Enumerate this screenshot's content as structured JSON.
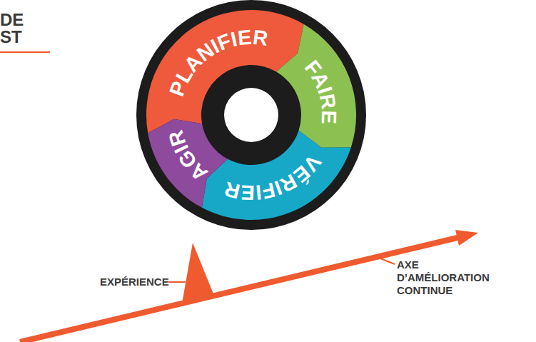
{
  "diagram": {
    "nodes": [
      {
        "text": [
          "PLANIFIER"
        ]
      },
      {
        "text": [
          "FAIRE"
        ]
      },
      {
        "text": [
          "VÉRIFIER"
        ]
      },
      {
        "text": [
          "AGIR"
        ]
      }
    ],
    "labels": [
      "DE",
      "ST",
      "EXPÉRIENCE",
      "AXE D’AMÉLIORATION CONTINUE"
    ]
  }
}
